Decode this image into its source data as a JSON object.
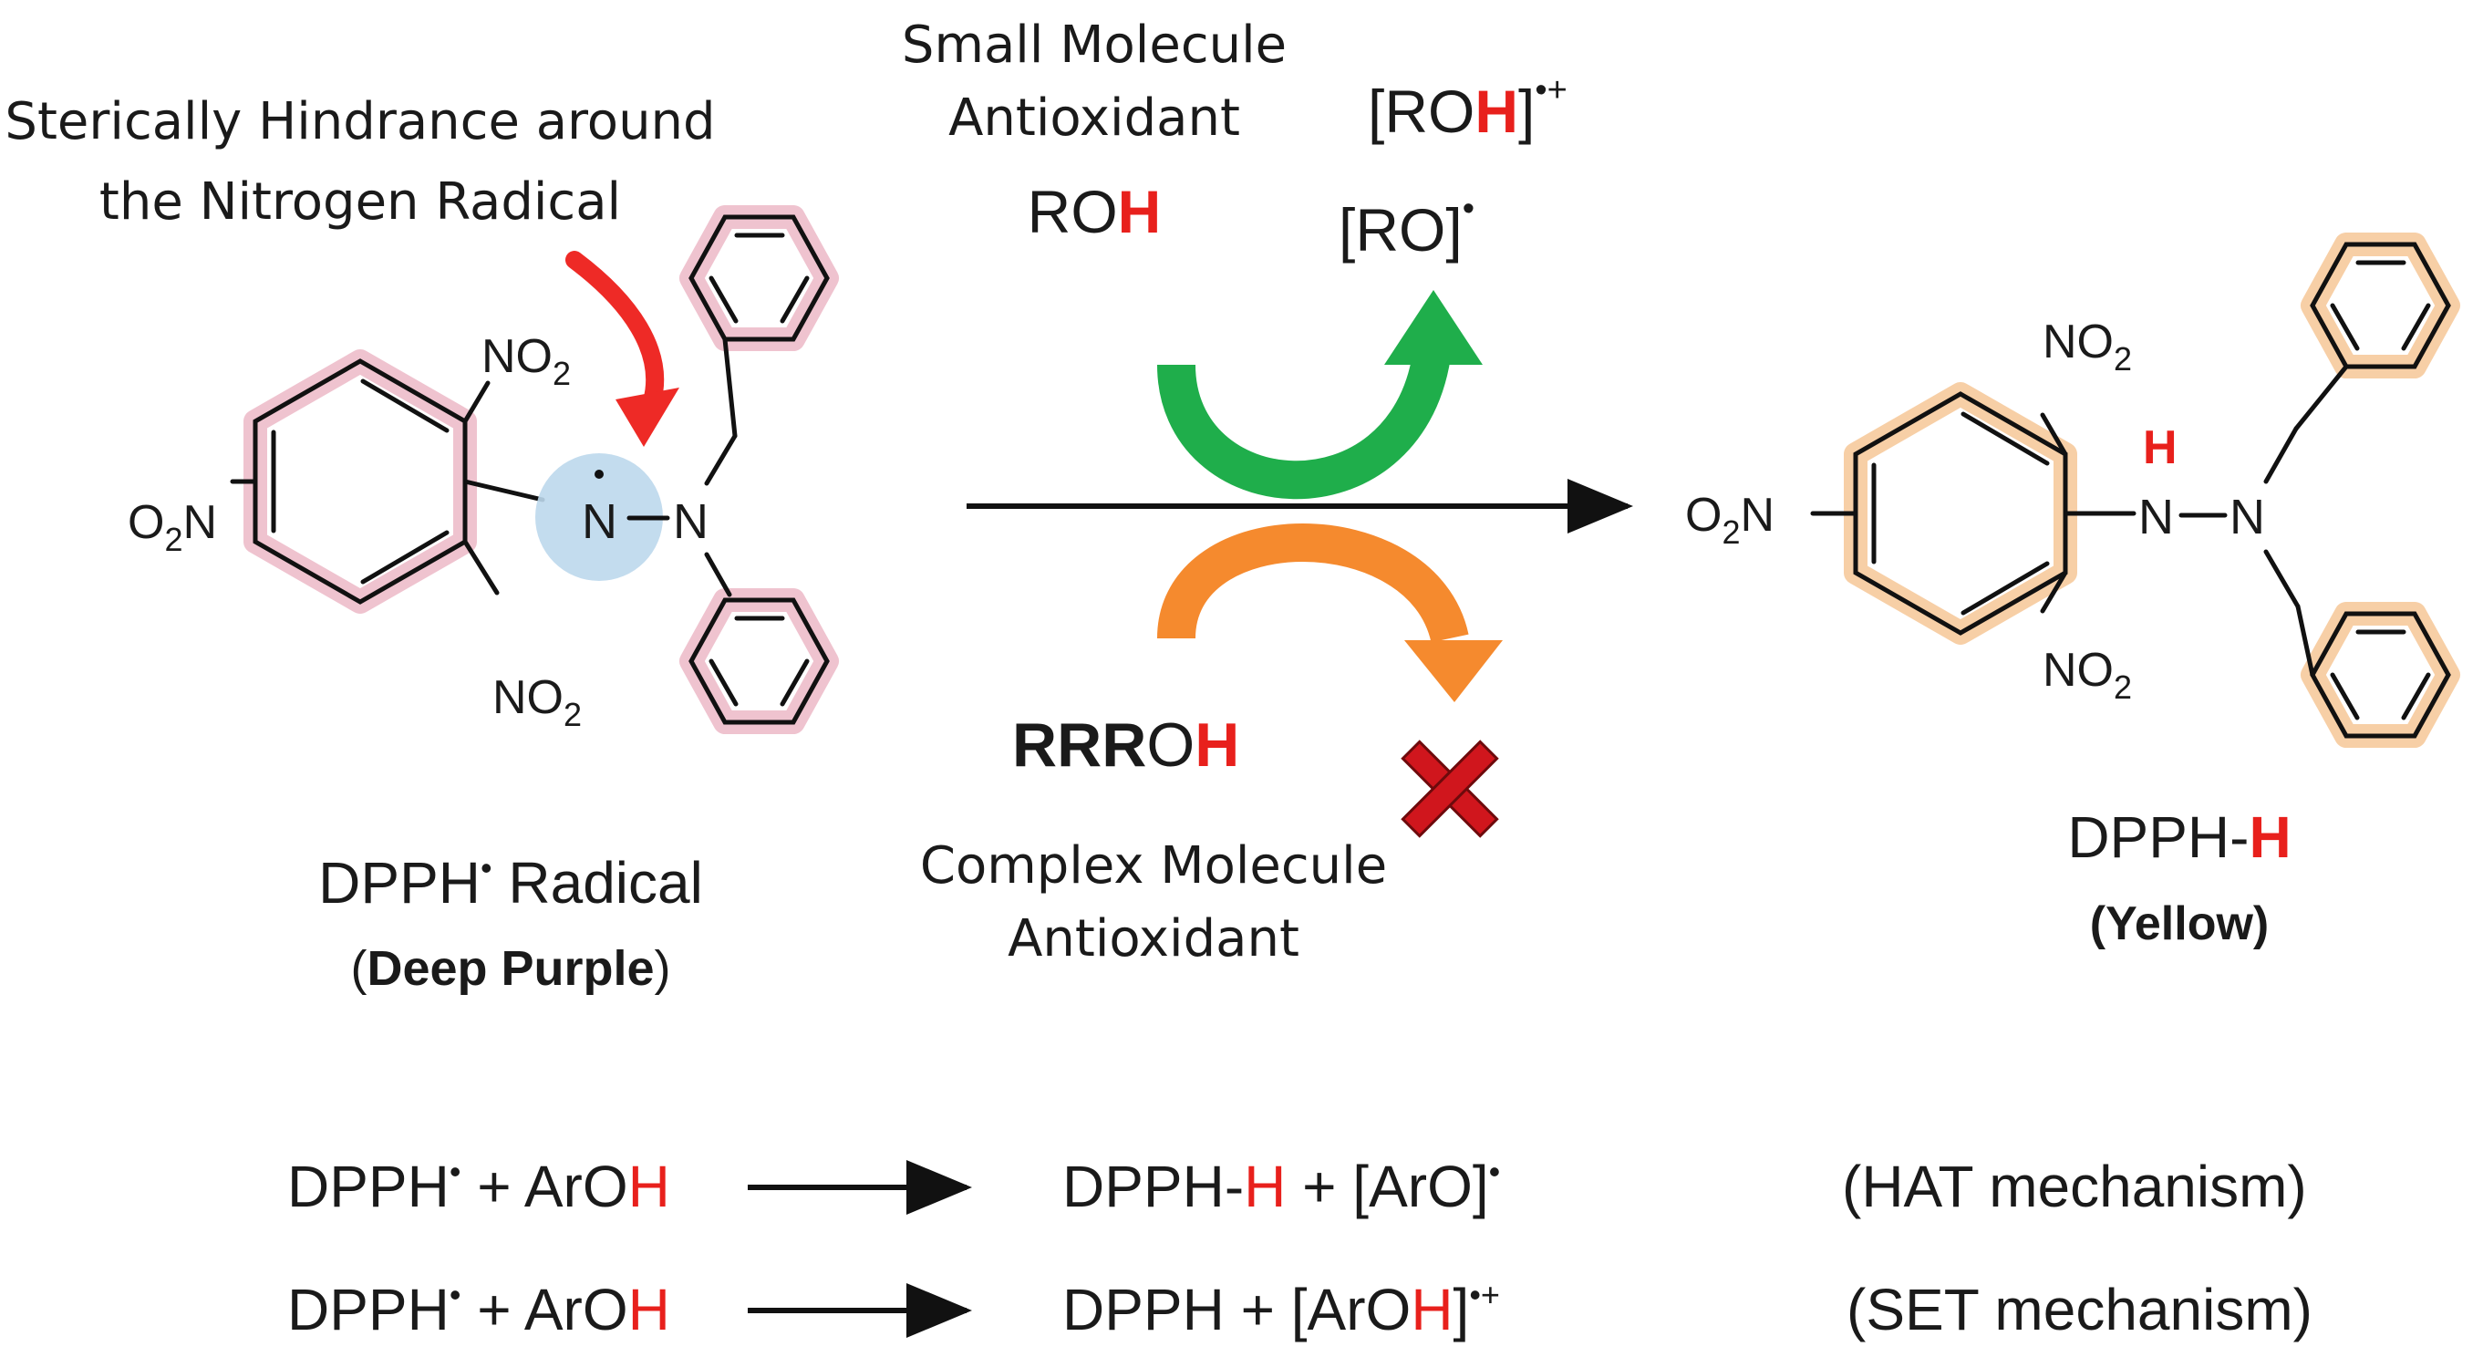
{
  "annotation": {
    "line1": "Sterically Hindrance around",
    "line2": "the Nitrogen Radical"
  },
  "reactant": {
    "no2_top": "NO",
    "no2_bottom": "NO",
    "o2n_left": "O",
    "sub2": "2",
    "n_radical": "N",
    "n_amine": "N",
    "name": "DPPH",
    "name_suffix": " Radical",
    "color_open": "(",
    "color": "Deep Purple",
    "color_close": ")"
  },
  "small_molecule": {
    "line1": "Small Molecule",
    "line2": "Antioxidant",
    "formula_base": "RO",
    "formula_h": "H",
    "product_radical_base": "[RO]",
    "product_cation_base": "[RO",
    "product_cation_h": "H",
    "product_cation_close": "]",
    "cation_sup": "•+",
    "radical_sup": "•"
  },
  "complex_molecule": {
    "formula_bold": "RRR",
    "formula_base": "O",
    "formula_h": "H",
    "line1": "Complex Molecule",
    "line2": "Antioxidant"
  },
  "product": {
    "no2_top": "NO",
    "no2_bottom": "NO",
    "o2n_left": "O",
    "sub2": "2",
    "h_label": "H",
    "n1": "N",
    "n2": "N",
    "name_base": "DPPH-",
    "name_h": "H",
    "color": "(Yellow)"
  },
  "equations": [
    {
      "lhs_base": "DPPH",
      "lhs_sup": "•",
      "lhs_plus": " + ArO",
      "lhs_h": "H",
      "rhs_a": "DPPH-",
      "rhs_h": "H",
      "rhs_b": " + [ArO]",
      "rhs_sup": "•",
      "rhs_close": "",
      "mechanism": "(HAT mechanism)"
    },
    {
      "lhs_base": "DPPH",
      "lhs_sup": "•",
      "lhs_plus": " + ArO",
      "lhs_h": "H",
      "rhs_a": "DPPH + [ArO",
      "rhs_h": "H",
      "rhs_b": "]",
      "rhs_sup": "•+",
      "rhs_close": "",
      "mechanism": "(SET mechanism)"
    }
  ],
  "colors": {
    "accent_red": "#e8201c",
    "green_arrow": "#1fae4b",
    "orange_arrow": "#f58a2e",
    "purple_ring": "#efc3cf",
    "peach_ring": "#f7cfa6",
    "radical_halo": "#bcd8ec",
    "cross": "#d0161d"
  },
  "icons": {
    "blocked": "red-x-icon",
    "pointer": "curved-red-arrow-icon"
  }
}
